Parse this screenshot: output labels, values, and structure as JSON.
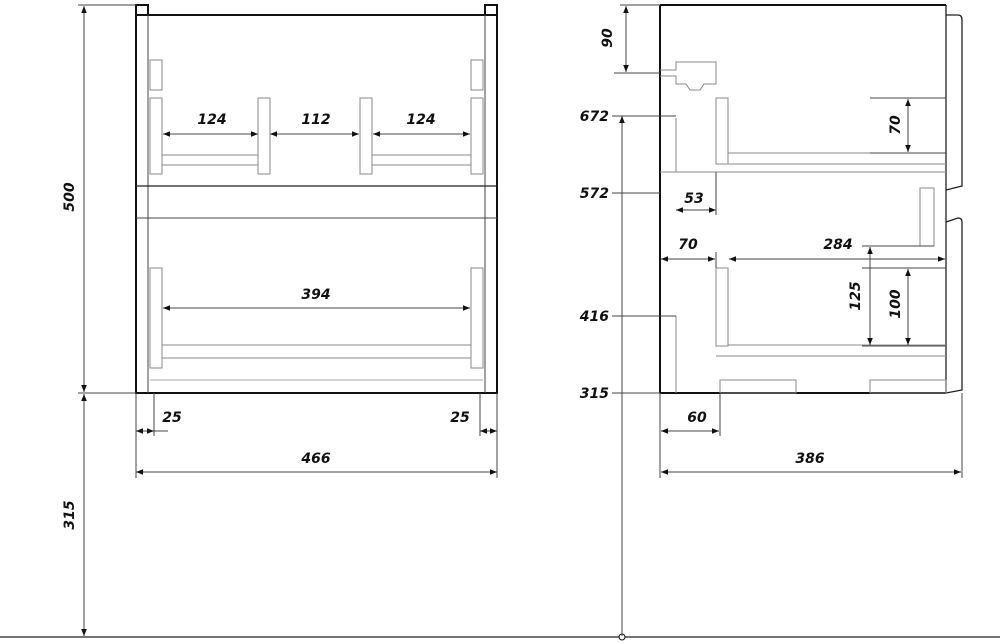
{
  "front_view": {
    "overall_height": "500",
    "floor_clearance": "315",
    "overall_width": "466",
    "top_compartment_left": "124",
    "top_compartment_gap": "112",
    "top_compartment_right": "124",
    "bottom_compartment_width": "394",
    "left_offset": "25",
    "right_offset": "25"
  },
  "side_view": {
    "top_height": "90",
    "level_672": "672",
    "level_572": "572",
    "level_416": "416",
    "level_315": "315",
    "upper_drawer_height": "70",
    "upper_offset": "53",
    "lower_offset": "70",
    "lower_width": "284",
    "lower_outer_height": "125",
    "lower_inner_height": "100",
    "base_offset": "60",
    "overall_depth": "386"
  }
}
